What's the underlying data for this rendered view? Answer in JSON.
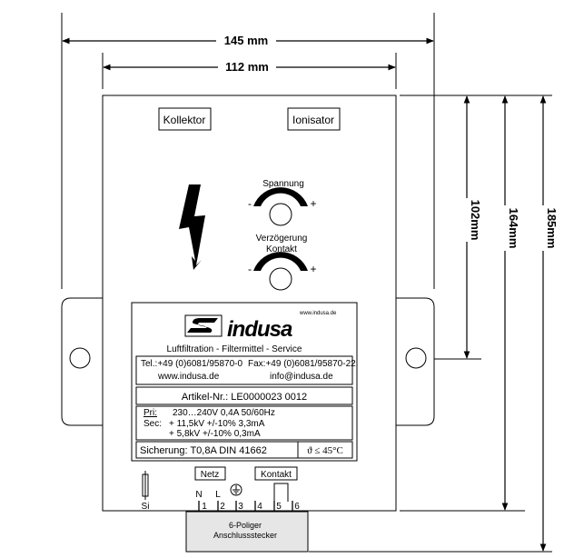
{
  "dimensions": {
    "width_total": "145 mm",
    "width_inner": "112 mm",
    "height_102": "102mm",
    "height_164": "164mm",
    "height_185": "185mm"
  },
  "panel": {
    "kollektor": "Kollektor",
    "ionisator": "Ionisator",
    "spannung": "Spannung",
    "verzoegerung_line1": "Verzögerung",
    "verzoegerung_line2": "Kontakt",
    "minus": "-",
    "plus": "+"
  },
  "nameplate": {
    "website_small": "www.indusa.de",
    "brand": "indusa",
    "tagline": "Luftfiltration - Filtermittel - Service",
    "tel": "Tel.:+49 (0)6081/95870-0",
    "fax": "Fax:+49 (0)6081/95870-22",
    "web": "www.indusa.de",
    "email": "info@indusa.de",
    "artikel": "Artikel-Nr.: LE0000023 0012",
    "pri_label": "Pri:",
    "pri_values": "230…240V  0,4A  50/60Hz",
    "sec_label": "Sec:",
    "sec_values_1": "+ 11,5kV  +/-10%  3,3mA",
    "sec_values_2": "+  5,8kV  +/-10%  0,3mA",
    "sicherung": "Sicherung: T0,8A DIN 41662",
    "temperature": "ϑ ≤ 45°C"
  },
  "connector": {
    "si": "Si",
    "netz": "Netz",
    "kontakt": "Kontakt",
    "n": "N",
    "l": "L",
    "pins": [
      "1",
      "2",
      "3",
      "4",
      "5",
      "6"
    ],
    "plug_line1": "6-Poliger",
    "plug_line2": "Anschlussstecker"
  }
}
